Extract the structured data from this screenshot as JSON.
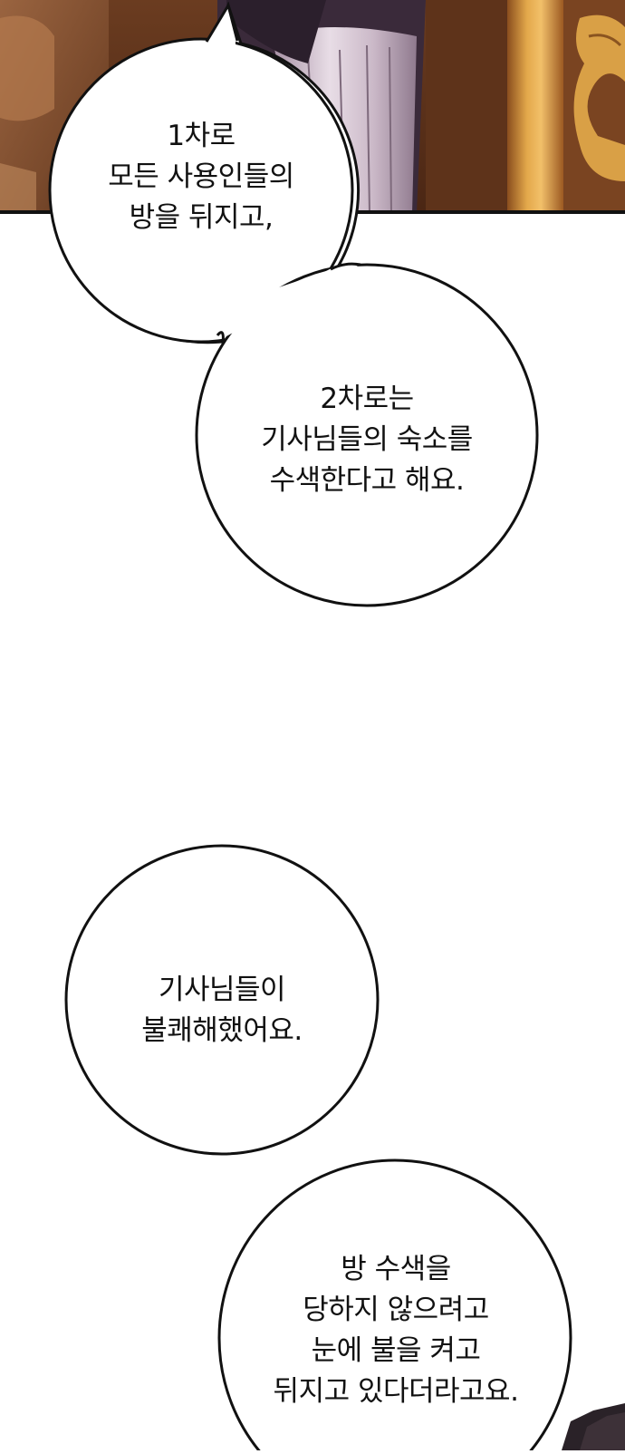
{
  "comic": {
    "bubbles": [
      {
        "id": "bubble-1",
        "lines": [
          "1차로",
          "모든 사용인들의",
          "방을 뒤지고,"
        ]
      },
      {
        "id": "bubble-2",
        "lines": [
          "2차로는",
          "기사님들의 숙소를",
          "수색한다고 해요."
        ]
      },
      {
        "id": "bubble-3",
        "lines": [
          "기사님들이",
          "불쾌해했어요."
        ]
      },
      {
        "id": "bubble-4",
        "lines": [
          "방 수색을",
          "당하지 않으려고",
          "눈에 불을 켜고",
          "뒤지고 있다더라고요."
        ]
      }
    ]
  },
  "colors": {
    "panel_wood_dark": "#6b3f22",
    "panel_wood_mid": "#a86a3a",
    "panel_gold": "#d49a3c",
    "panel_cloth": "#c9b6c4",
    "outline": "#111111"
  }
}
